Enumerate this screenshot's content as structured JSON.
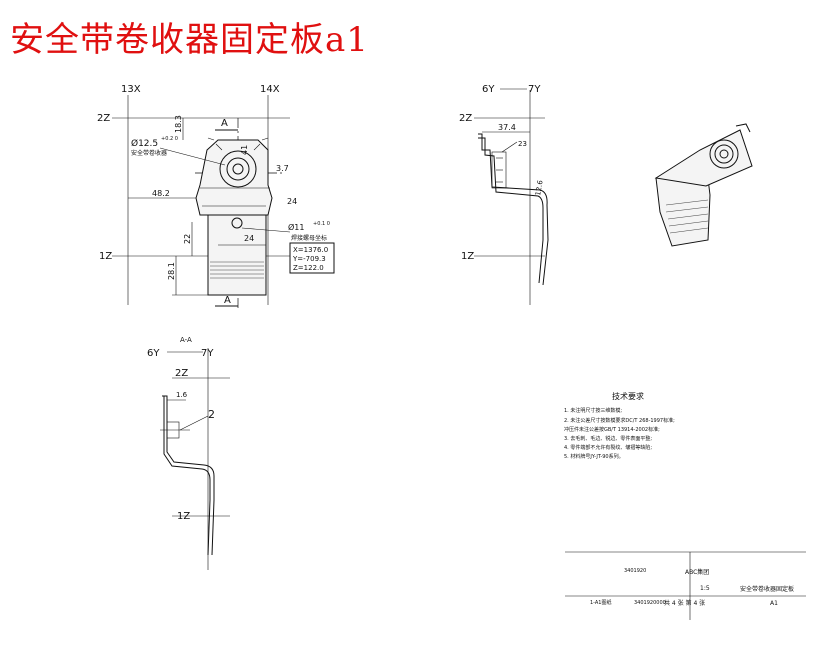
{
  "title": "安全带卷收器固定板a1",
  "views": {
    "front": {
      "grid_left": "13X",
      "grid_right": "14X",
      "grid_top": "2Z",
      "grid_bottom": "1Z",
      "section_mark": "A",
      "dim_hole_dia": "Ø12.5",
      "dim_hole_tol": "+0.2 0",
      "hole_note": "安全带卷收器",
      "dim_top": "18.3",
      "dim_41": "41",
      "dim_37": "3.7",
      "dim_48": "48.2",
      "dim_24a": "24",
      "dim_24b": "24",
      "dim_22": "22",
      "dim_281": "28.1",
      "dim_small_hole": "Ø11",
      "small_hole_tol": "+0.1 0",
      "coord_label": "焊接螺母坐标",
      "coord_x": "X=1376.0",
      "coord_y": "Y=-709.3",
      "coord_z": "Z=122.0"
    },
    "side": {
      "grid_left": "6Y",
      "grid_right": "7Y",
      "grid_top": "2Z",
      "grid_bottom": "1Z",
      "dim_374": "37.4",
      "dim_23": "23",
      "dim_126": "12.6"
    },
    "section": {
      "label": "A-A",
      "grid_left": "6Y",
      "grid_right": "7Y",
      "grid_top": "2Z",
      "grid_bottom": "1Z",
      "dim_16": "1.6",
      "balloon": "2"
    }
  },
  "notes": {
    "heading": "技术要求",
    "lines": [
      "1. 未注明尺寸按三维数模;",
      "2. 未注公差尺寸按数模要求DC/T 268-1997标准;",
      "   冲压件未注公差按GB/T 13914-2002标准;",
      "3. 去毛刺、毛边、锐边、零件表面平整;",
      "4. 零件端部不允许有裂纹、皱褶等缺陷;",
      "5. 材料牌号JY-JT-90系列。"
    ]
  },
  "title_block": {
    "org": "ABC集团",
    "scale": "1:5",
    "part_name": "安全带卷收器固定板",
    "sheet_info": "共 4 张  第 4 张",
    "code_left": "3401920",
    "code_bottom_left": "1-A1图纸",
    "code_bottom_mid": "3401920000",
    "rev": "A1"
  }
}
